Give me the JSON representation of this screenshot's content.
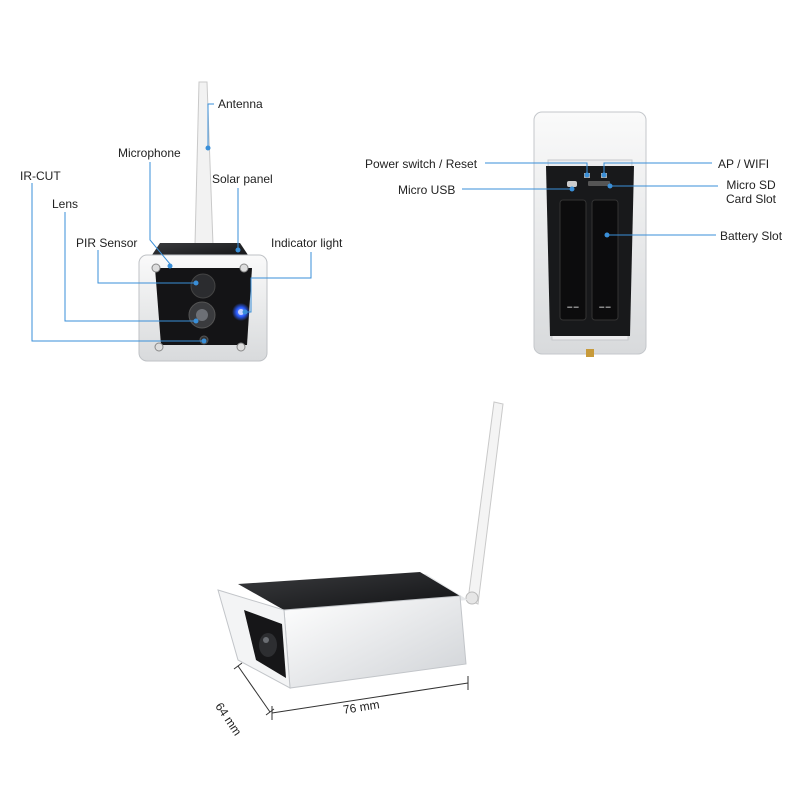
{
  "front_view": {
    "labels": {
      "antenna": "Antenna",
      "microphone": "Microphone",
      "solar_panel": "Solar panel",
      "ir_cut": "IR-CUT",
      "lens": "Lens",
      "pir_sensor": "PIR Sensor",
      "indicator_light": "Indicator light"
    }
  },
  "back_view": {
    "labels": {
      "power_switch_reset": "Power switch / Reset",
      "ap_wifi": "AP / WIFI",
      "micro_usb": "Micro USB",
      "micro_sd_line1": "Micro SD",
      "micro_sd_line2": "Card Slot",
      "battery_slot": "Battery Slot"
    }
  },
  "side_view": {
    "dimensions": {
      "height": "64 mm",
      "length": "76 mm"
    }
  },
  "colors": {
    "leader_line": "#3a8fd8",
    "indicator_led": "#2a5cff",
    "solar_panel": "#1d1d1f"
  }
}
